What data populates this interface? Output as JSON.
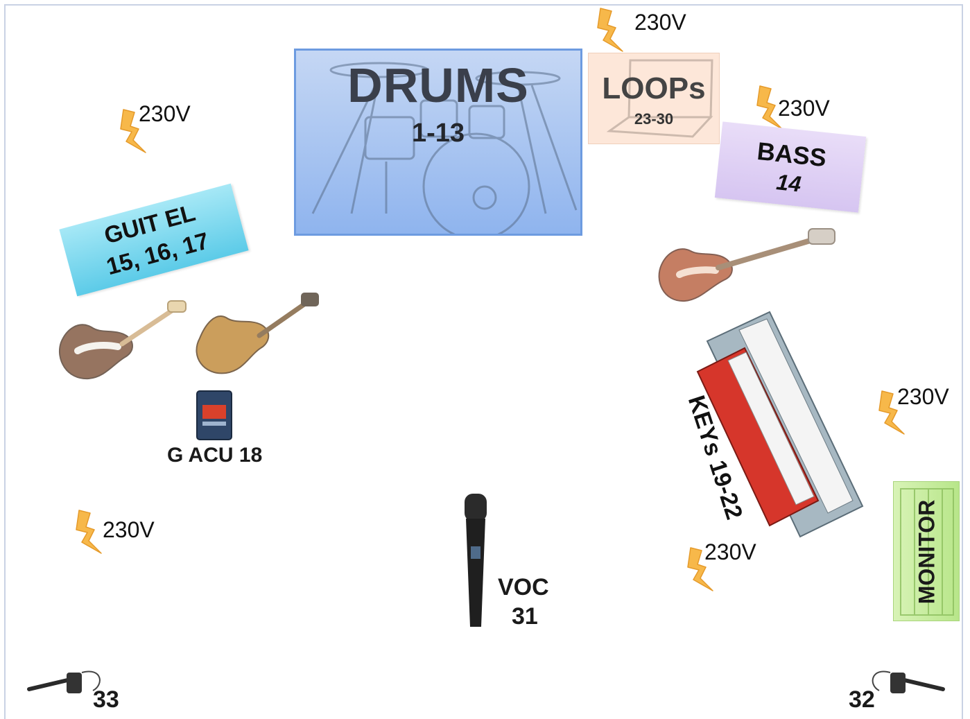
{
  "power_label": "230V",
  "drums": {
    "title": "DRUMS",
    "channels": "1-13"
  },
  "loops": {
    "title": "LOOPs",
    "channels": "23-30"
  },
  "bass": {
    "title": "BASS",
    "channels": "14"
  },
  "guitar_electric": {
    "title": "GUIT EL",
    "channels": "15, 16, 17"
  },
  "guitar_acoustic": {
    "label": "G ACU 18"
  },
  "keys": {
    "label": "KEYs 19-22"
  },
  "monitor": {
    "label": "MONITOR"
  },
  "vocal": {
    "title": "VOC",
    "channel": "31"
  },
  "ambient_mics": {
    "left": "33",
    "right": "32"
  },
  "colors": {
    "drums": "#8fb4ee",
    "loops": "#fde7d9",
    "bass": "#d6c5f1",
    "guitar": "#5ccbe8",
    "monitor": "#b8e68a",
    "power": "#f5a623"
  }
}
